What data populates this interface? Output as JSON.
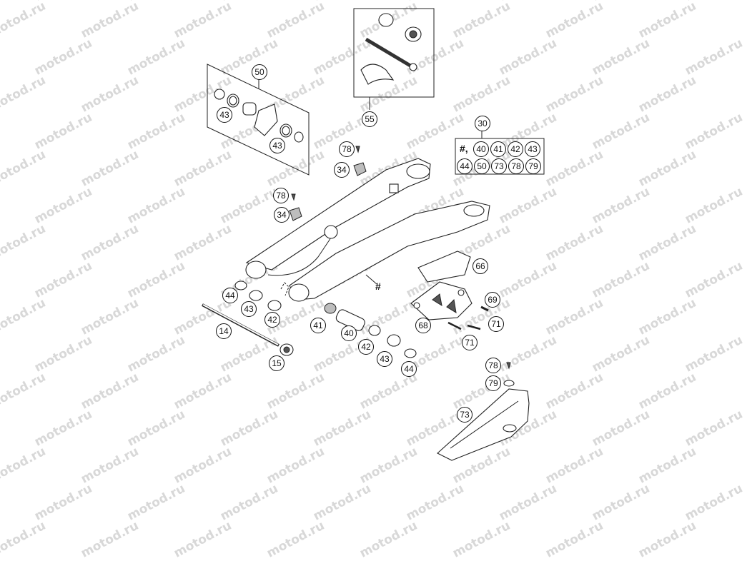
{
  "watermark": "motod.ru",
  "callouts": [
    {
      "id": "c50",
      "label": "50"
    },
    {
      "id": "c43a",
      "label": "43"
    },
    {
      "id": "c43b",
      "label": "43"
    },
    {
      "id": "c55",
      "label": "55"
    },
    {
      "id": "c30",
      "label": "30"
    },
    {
      "id": "c78a",
      "label": "78"
    },
    {
      "id": "c34a",
      "label": "34"
    },
    {
      "id": "c78b",
      "label": "78"
    },
    {
      "id": "c34b",
      "label": "34"
    },
    {
      "id": "c66",
      "label": "66"
    },
    {
      "id": "c44a",
      "label": "44"
    },
    {
      "id": "c43c",
      "label": "43"
    },
    {
      "id": "c42a",
      "label": "42"
    },
    {
      "id": "c14",
      "label": "14"
    },
    {
      "id": "c15",
      "label": "15"
    },
    {
      "id": "c41",
      "label": "41"
    },
    {
      "id": "c40",
      "label": "40"
    },
    {
      "id": "c42b",
      "label": "42"
    },
    {
      "id": "c43d",
      "label": "43"
    },
    {
      "id": "c44b",
      "label": "44"
    },
    {
      "id": "c68",
      "label": "68"
    },
    {
      "id": "c69",
      "label": "69"
    },
    {
      "id": "c71a",
      "label": "71"
    },
    {
      "id": "c71b",
      "label": "71"
    },
    {
      "id": "c78c",
      "label": "78"
    },
    {
      "id": "c79",
      "label": "79"
    },
    {
      "id": "c73",
      "label": "73"
    }
  ],
  "kit30": {
    "prefix": "#,",
    "row1": [
      "40",
      "41",
      "42",
      "43"
    ],
    "row2": [
      "44",
      "50",
      "73",
      "78",
      "79"
    ]
  },
  "hash_mark": "#"
}
